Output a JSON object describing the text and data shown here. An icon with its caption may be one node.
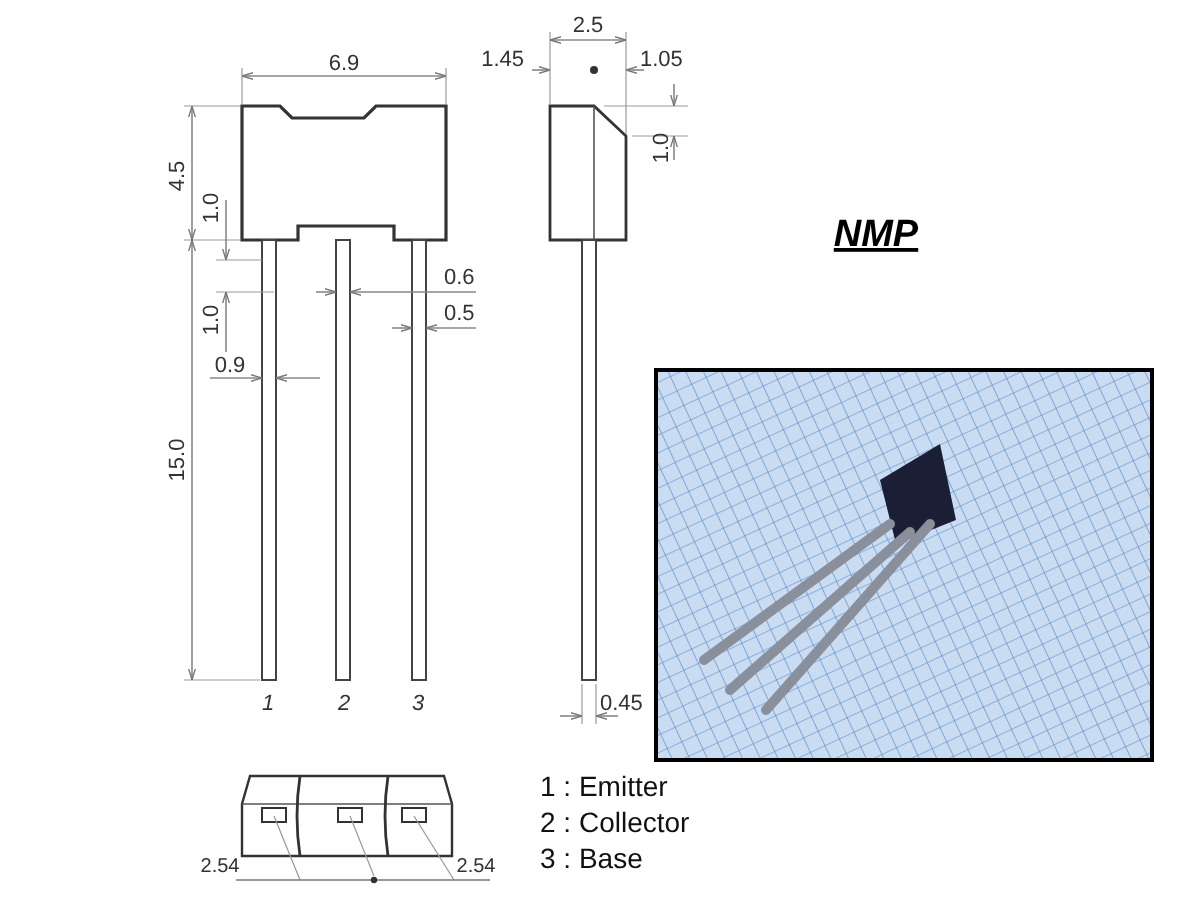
{
  "diagram": {
    "labels": [
      "6.9",
      "4.5",
      "1.0",
      "1.0",
      "0.6",
      "0.5",
      "0.9",
      "15.0",
      "1",
      "2",
      "3",
      "2.5",
      "1.45",
      "1.05",
      "1.0",
      "NMP",
      "0.45",
      "2.54",
      "2.54",
      "1 : Emitter",
      "2 : Collector",
      "3 : Base"
    ]
  }
}
